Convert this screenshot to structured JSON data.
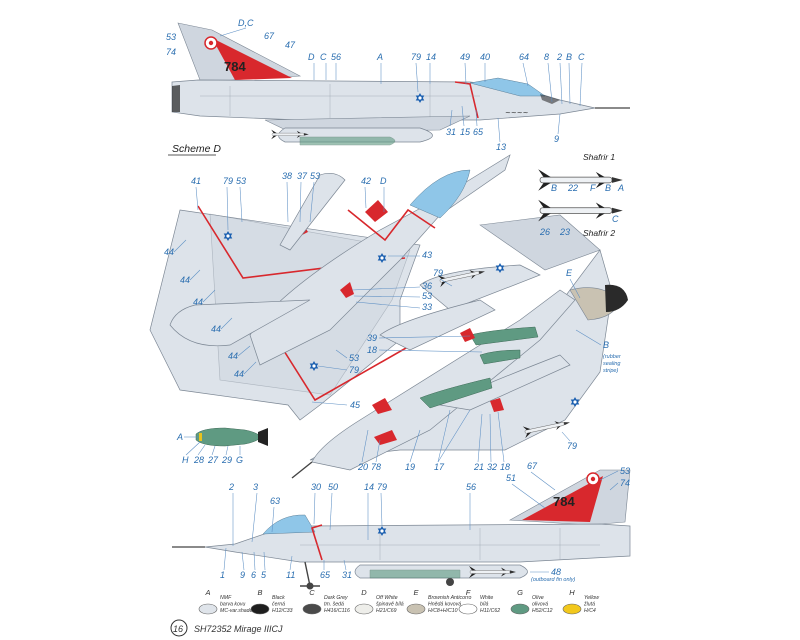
{
  "scheme_label": "Scheme D",
  "serial_top": "784",
  "serial_bottom": "784",
  "shafrir_1_label": "Shafrir 1",
  "shafrir_2_label": "Shafrir 2",
  "outboard_note": "(outboard fin only)",
  "rubber_note": [
    "(rubber",
    "sealing",
    "stripe)"
  ],
  "page_number": "16",
  "footer_title": "SH72352 Mirage IIICJ",
  "callouts_top": [
    "D,C",
    "53",
    "67",
    "47",
    "74",
    "D",
    "C",
    "56",
    "A",
    "79",
    "14",
    "49",
    "40",
    "64",
    "8",
    "2",
    "B",
    "C",
    "31",
    "15",
    "65",
    "13",
    "9"
  ],
  "callouts_top_view": [
    "41",
    "79",
    "53",
    "38",
    "37",
    "53",
    "42",
    "D",
    "44",
    "44",
    "44",
    "44",
    "44",
    "44",
    "43",
    "36",
    "53",
    "33",
    "53",
    "79",
    "45"
  ],
  "callouts_bottom_view": [
    "79",
    "E",
    "39",
    "18",
    "B",
    "20",
    "78",
    "19",
    "17",
    "21",
    "32",
    "18",
    "79"
  ],
  "callouts_shafrir": [
    "B",
    "22",
    "F",
    "B",
    "A",
    "26",
    "23",
    "C"
  ],
  "callouts_bomb": [
    "A",
    "H",
    "28",
    "27",
    "29",
    "G"
  ],
  "callouts_bottom": [
    "2",
    "3",
    "63",
    "30",
    "50",
    "14",
    "79",
    "56",
    "51",
    "67",
    "53",
    "74",
    "1",
    "9",
    "6",
    "5",
    "11",
    "65",
    "31",
    "48"
  ],
  "legend": [
    {
      "letter": "A",
      "lines": [
        "NMF",
        "barva kovu",
        "MC-var.shades"
      ],
      "color": "#dfe4ea"
    },
    {
      "letter": "B",
      "lines": [
        "Black",
        "černá",
        "H12/C33"
      ],
      "color": "#1e1e1e"
    },
    {
      "letter": "C",
      "lines": [
        "Dark Grey",
        "tm. šedá",
        "H416/C116"
      ],
      "color": "#4a4a4a"
    },
    {
      "letter": "D",
      "lines": [
        "Off White",
        "špinavě bílá",
        "H21/C69"
      ],
      "color": "#eeeeea"
    },
    {
      "letter": "E",
      "lines": [
        "Brownish Anticorro",
        "Hnědá kovová",
        "H/C8+H/C10"
      ],
      "color": "#c9c2b2"
    },
    {
      "letter": "F",
      "lines": [
        "White",
        "bílá",
        "H11/C62"
      ],
      "color": "#ffffff"
    },
    {
      "letter": "G",
      "lines": [
        "Olive",
        "olivová",
        "H52/C12"
      ],
      "color": "#5f9a82"
    },
    {
      "letter": "H",
      "lines": [
        "Yellow",
        "žlutá",
        "H/C4"
      ],
      "color": "#f2c81c"
    }
  ],
  "colors": {
    "callout": "#2a6eb0",
    "red": "#d8282d",
    "star": "#1a5fb0",
    "olive": "#5f9a82"
  }
}
